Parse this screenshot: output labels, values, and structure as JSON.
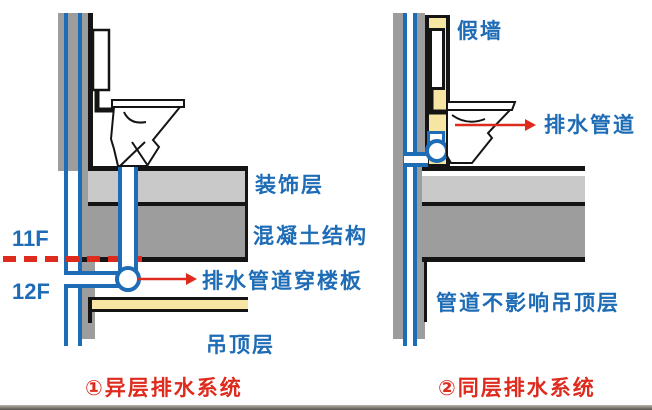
{
  "colors": {
    "blue": "#1e6cb5",
    "red": "#de2b1e",
    "yellow": "#f6e5a3",
    "gray_wall": "#9d9d9d",
    "gray_dark": "#9d9d9d",
    "gray_light": "#c9c9c9",
    "line_black": "#141414"
  },
  "left_diagram": {
    "floor_upper_label": "11F",
    "floor_lower_label": "12F",
    "finish_layer_label": "装饰层",
    "concrete_label": "混凝土结构",
    "pipe_callout": "排水管道穿楼板",
    "ceiling_label": "吊顶层",
    "caption": "①异层排水系统"
  },
  "right_diagram": {
    "false_wall_label": "假墙",
    "pipe_callout": "排水管道",
    "ceiling_note": "管道不影响吊顶层",
    "caption": "②同层排水系统"
  }
}
